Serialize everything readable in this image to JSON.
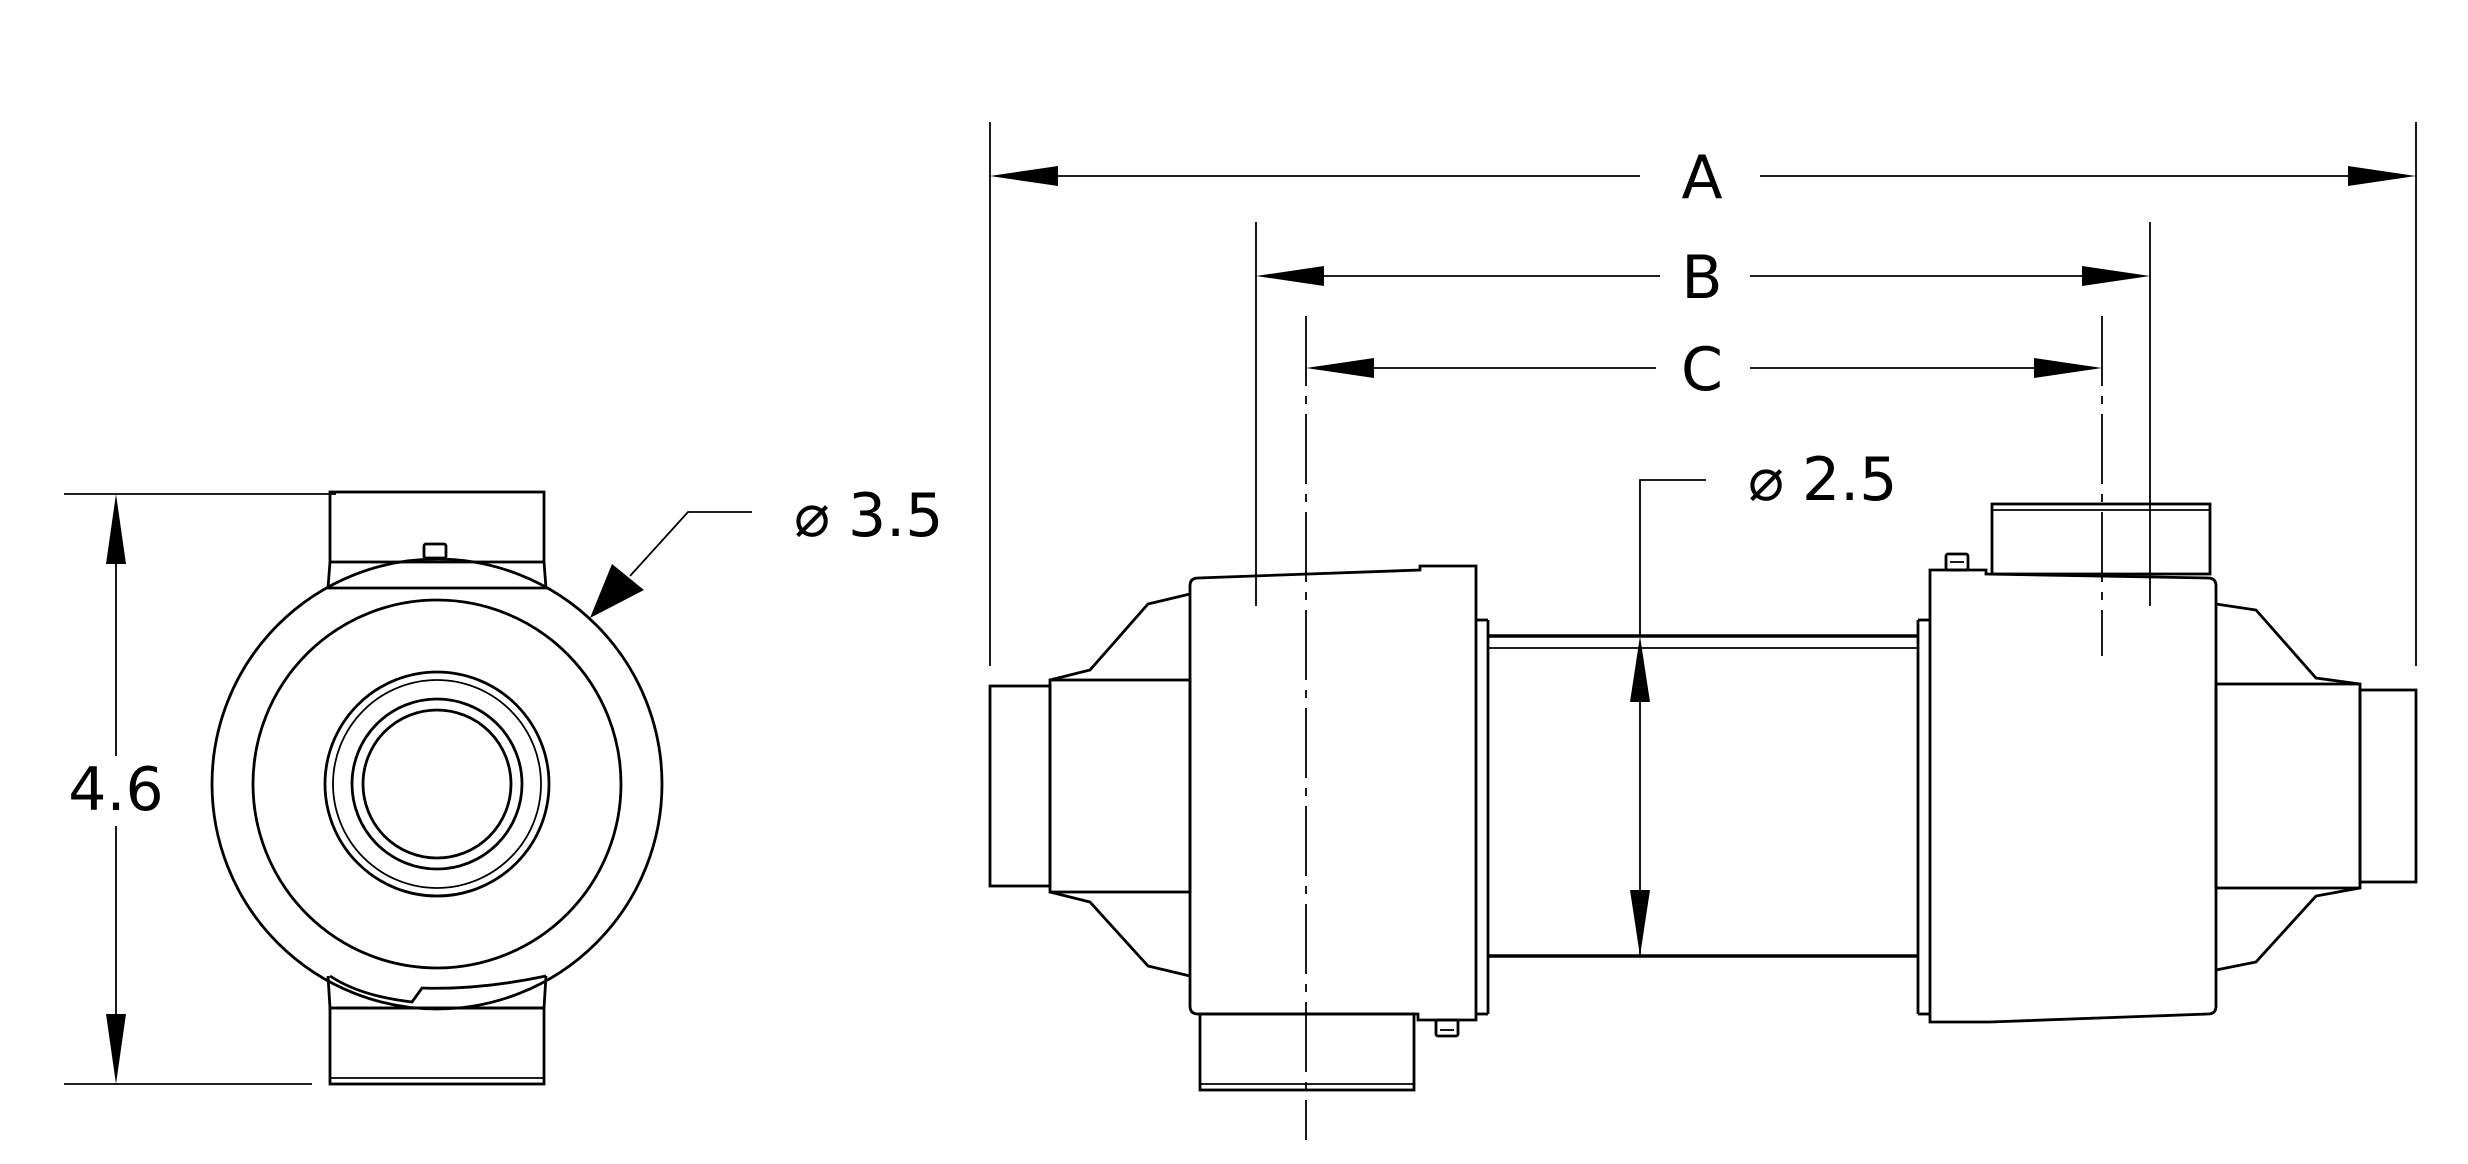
{
  "drawing": {
    "end_view": {
      "height_label": "4.6",
      "outer_diameter_label": "3.5",
      "diameter_symbol": "⌀"
    },
    "side_view": {
      "dimension_a": "A",
      "dimension_b": "B",
      "dimension_c": "C",
      "body_diameter_label": "2.5",
      "diameter_symbol": "⌀"
    },
    "line_color": "#000000",
    "background_color": "#ffffff"
  }
}
